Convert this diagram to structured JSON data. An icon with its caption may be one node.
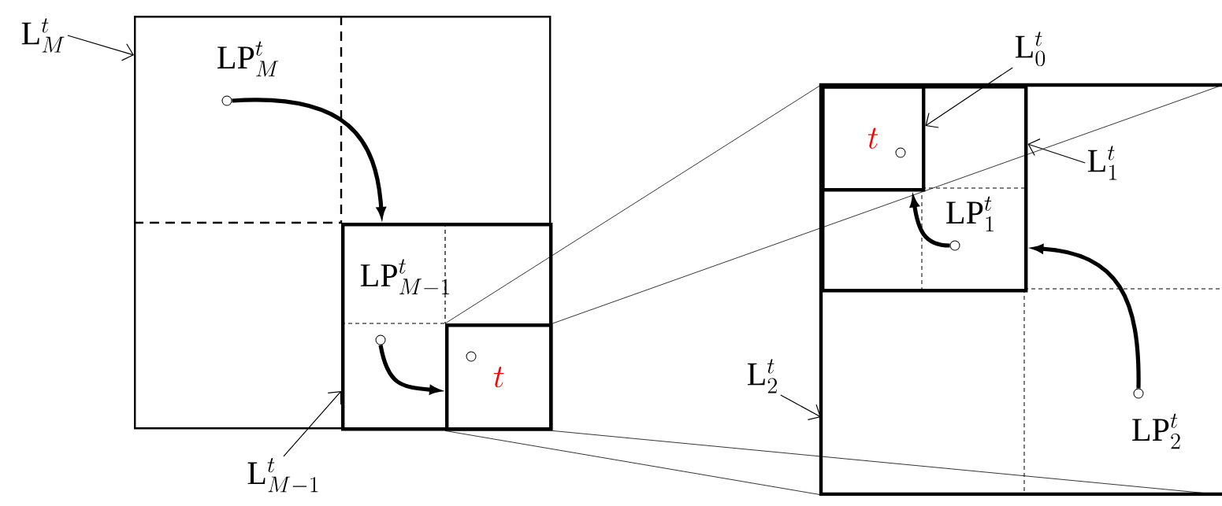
{
  "diagram": {
    "nodes": [
      {
        "text": [
          "\\mathrm{L}^t_M"
        ]
      },
      {
        "text": [],
        "shape": "box"
      },
      {
        "text": [],
        "shape": "box",
        "in": 1
      },
      {
        "text": [
          "t"
        ],
        "in": 2
      },
      {
        "text": [],
        "shape": "circle",
        "in": 1
      },
      {
        "text": [
          "\\mathrm{L}^t_{M-1}"
        ]
      },
      {
        "text": [],
        "shape": "circle",
        "in": 2
      },
      {
        "text": [],
        "shape": "circle",
        "in": 3
      },
      {
        "text": [],
        "shape": "box"
      },
      {
        "text": [],
        "shape": "box",
        "in": 8
      },
      {
        "text": [
          "t"
        ],
        "in": 9
      },
      {
        "text": [],
        "shape": "circle",
        "in": 10
      },
      {
        "text": [],
        "shape": "circle",
        "in": 9
      },
      {
        "text": [],
        "shape": "circle",
        "in": 8
      },
      {
        "text": [
          "\\mathrm{L}^t_0"
        ]
      },
      {
        "text": [
          "\\mathrm{L}^t_1"
        ],
        "in": 8
      },
      {
        "text": [
          "\\mathrm{L}^t_2"
        ]
      },
      {
        "text": [
          "\\mathrm{LP}^t_M"
        ],
        "in": 1
      },
      {
        "text": [
          "\\mathrm{LP}^t_{M-1}"
        ],
        "in": 2
      },
      {
        "text": [
          "\\mathrm{LP}^t_1"
        ],
        "in": 9
      },
      {
        "text": [
          "\\mathrm{LP}^t_2"
        ],
        "in": 8
      }
    ],
    "edges": [
      {
        "from": 0,
        "to": 1,
        "arrow": "to"
      },
      {
        "from": 4,
        "to": 2,
        "arrow": "to",
        "style": "thick"
      },
      {
        "from": 5,
        "to": 2,
        "arrow": "to"
      },
      {
        "from": 6,
        "to": 3,
        "arrow": "to",
        "style": "thick"
      },
      {
        "from": 14,
        "to": 10,
        "arrow": "to"
      },
      {
        "from": 15,
        "to": 9,
        "arrow": "to"
      },
      {
        "from": 16,
        "to": 8,
        "arrow": "to"
      },
      {
        "from": 12,
        "to": 10,
        "arrow": "to",
        "style": "thick"
      },
      {
        "from": 13,
        "to": 9,
        "arrow": "to",
        "style": "thick"
      },
      {
        "from": 3,
        "to": 8,
        "arrow": "none"
      },
      {
        "from": 3,
        "to": 8,
        "arrow": "none"
      },
      {
        "from": 3,
        "to": 8,
        "arrow": "none"
      },
      {
        "from": 3,
        "to": 8,
        "arrow": "none"
      }
    ]
  }
}
